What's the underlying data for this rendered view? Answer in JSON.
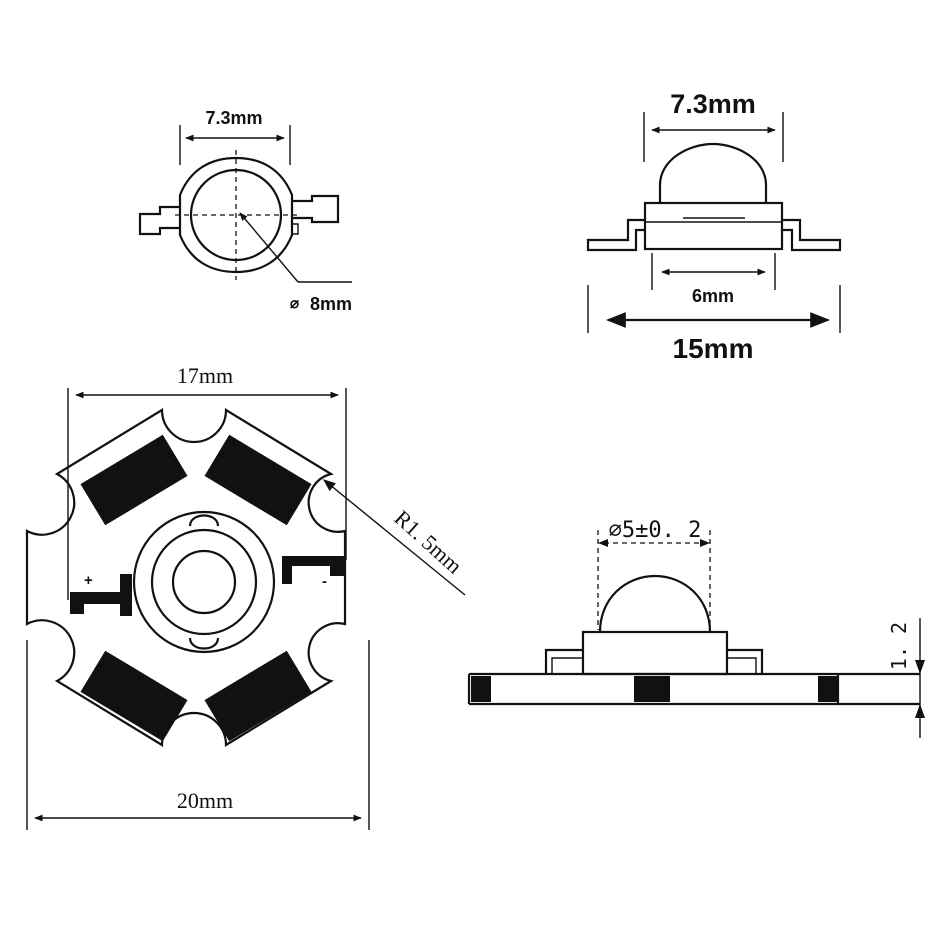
{
  "views": {
    "top_view": {
      "width_label": "7.3mm",
      "diameter_label": "8mm",
      "diameter_symbol": "⌀"
    },
    "side_view": {
      "dome_label": "7.3mm",
      "base_label": "6mm",
      "total_label": "15mm"
    },
    "star_board": {
      "top_label": "17mm",
      "bottom_label": "20mm",
      "radius_label": "R1. 5mm",
      "plus_label": "+",
      "minus_label": "-"
    },
    "profile_view": {
      "diameter_label": "⌀5±0. 2",
      "thickness_label": "1. 2"
    }
  },
  "colors": {
    "ink": "#111111",
    "background": "#ffffff"
  }
}
